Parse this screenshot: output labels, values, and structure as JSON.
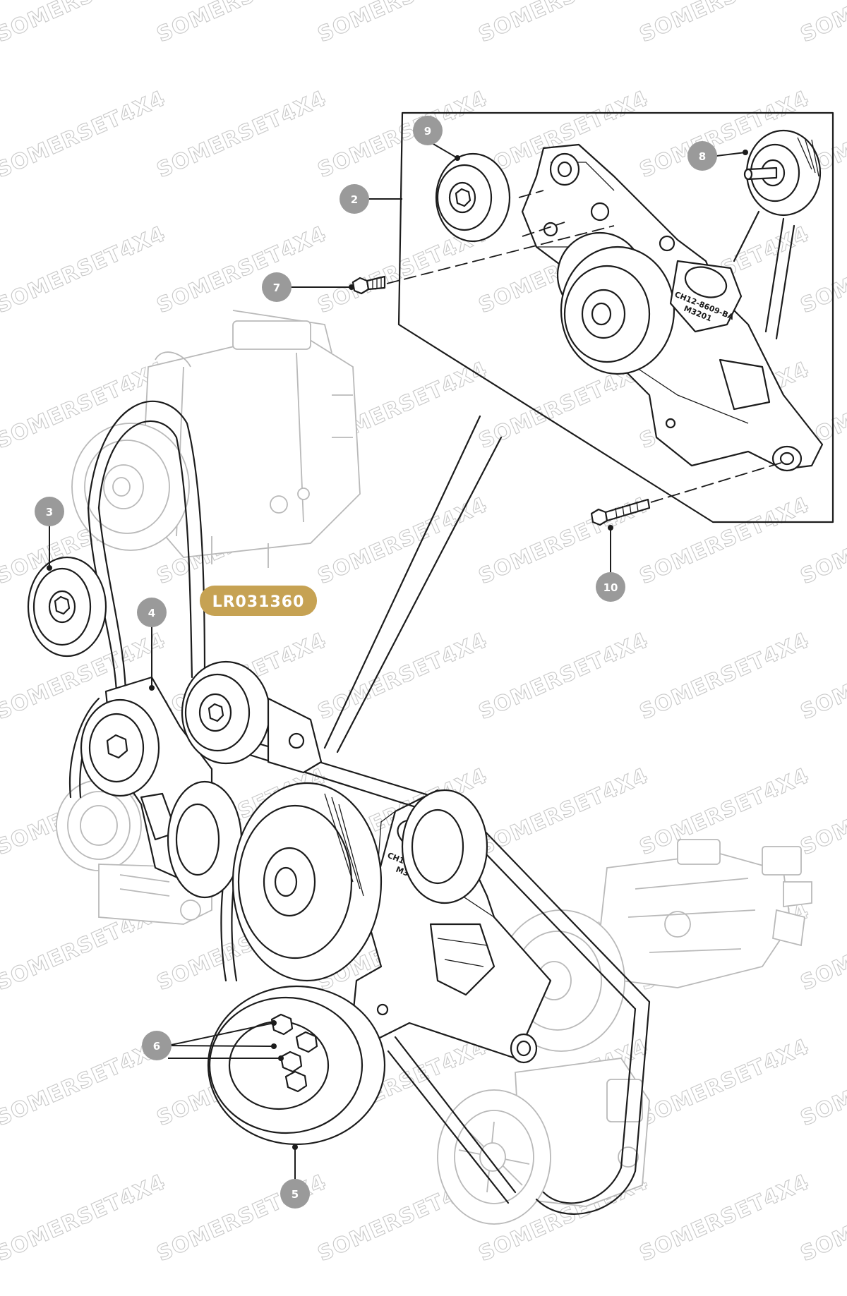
{
  "watermark": "SOMERSET4X4",
  "reference_badge": "LR031360",
  "part_marking": {
    "line1": "CH12-8609-BA",
    "line2": "M3201"
  },
  "callouts": [
    "2",
    "3",
    "4",
    "5",
    "6",
    "7",
    "8",
    "9",
    "10"
  ],
  "colors": {
    "badge": "#c6a253",
    "callout": "#9a9a9a",
    "ink": "#1c1c1c",
    "ghost": "#b9b9b9",
    "watermark": "#c9c9c9"
  }
}
